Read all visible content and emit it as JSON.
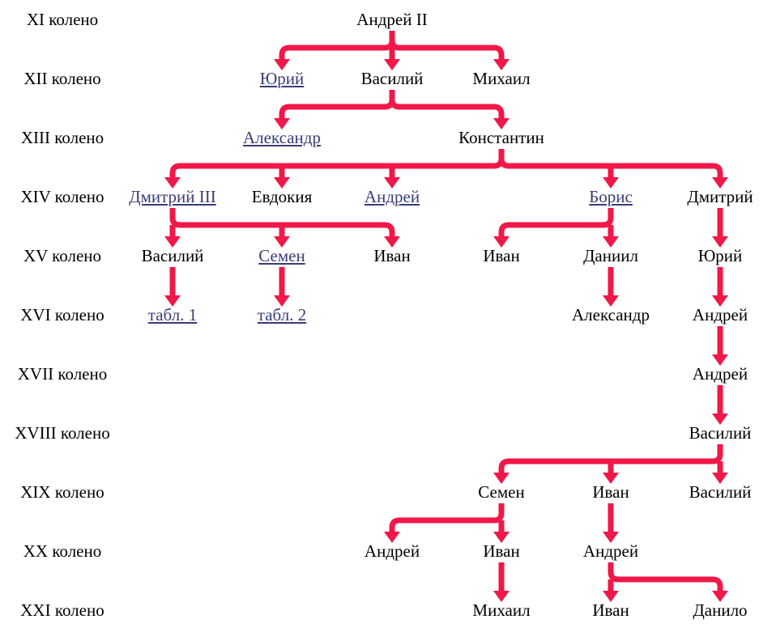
{
  "colors": {
    "connector": "#f01848",
    "link": "#3b3b78",
    "text": "#000000",
    "background": "#ffffff"
  },
  "generations": [
    "XI колено",
    "XII колено",
    "XIII колено",
    "XIV колено",
    "XV колено",
    "XVI колено",
    "XVII колено",
    "XVIII колено",
    "XIX колено",
    "XX колено",
    "XXI колено"
  ],
  "persons": [
    {
      "id": "andrey2",
      "name": "Андрей II",
      "gen": 0,
      "link": false
    },
    {
      "id": "yuriy12",
      "name": "Юрий",
      "gen": 1,
      "link": true
    },
    {
      "id": "vasiliy12",
      "name": "Василий",
      "gen": 1,
      "link": false
    },
    {
      "id": "mikhail12",
      "name": "Михаил",
      "gen": 1,
      "link": false
    },
    {
      "id": "aleksandr13",
      "name": "Александр",
      "gen": 2,
      "link": true
    },
    {
      "id": "konstantin13",
      "name": "Константин",
      "gen": 2,
      "link": false
    },
    {
      "id": "dmitriy3",
      "name": "Дмитрий III",
      "gen": 3,
      "link": true
    },
    {
      "id": "evdokiya14",
      "name": "Евдокия",
      "gen": 3,
      "link": false
    },
    {
      "id": "andrey14",
      "name": "Андрей",
      "gen": 3,
      "link": true
    },
    {
      "id": "boris14",
      "name": "Борис",
      "gen": 3,
      "link": true
    },
    {
      "id": "dmitriy14",
      "name": "Дмитрий",
      "gen": 3,
      "link": false
    },
    {
      "id": "vasiliy15",
      "name": "Василий",
      "gen": 4,
      "link": false
    },
    {
      "id": "semen15",
      "name": "Семен",
      "gen": 4,
      "link": true
    },
    {
      "id": "ivan15a",
      "name": "Иван",
      "gen": 4,
      "link": false
    },
    {
      "id": "ivan15b",
      "name": "Иван",
      "gen": 4,
      "link": false
    },
    {
      "id": "daniil15",
      "name": "Даниил",
      "gen": 4,
      "link": false
    },
    {
      "id": "yuriy15",
      "name": "Юрий",
      "gen": 4,
      "link": false
    },
    {
      "id": "tabl1",
      "name": "табл. 1",
      "gen": 5,
      "link": true
    },
    {
      "id": "tabl2",
      "name": "табл. 2",
      "gen": 5,
      "link": true
    },
    {
      "id": "aleksandr16",
      "name": "Александр",
      "gen": 5,
      "link": false
    },
    {
      "id": "andrey16",
      "name": "Андрей",
      "gen": 5,
      "link": false
    },
    {
      "id": "andrey17",
      "name": "Андрей",
      "gen": 6,
      "link": false
    },
    {
      "id": "vasiliy18",
      "name": "Василий",
      "gen": 7,
      "link": false
    },
    {
      "id": "semen19",
      "name": "Семен",
      "gen": 8,
      "link": false
    },
    {
      "id": "ivan19",
      "name": "Иван",
      "gen": 8,
      "link": false
    },
    {
      "id": "vasiliy19",
      "name": "Василий",
      "gen": 8,
      "link": false
    },
    {
      "id": "andrey20a",
      "name": "Андрей",
      "gen": 9,
      "link": false
    },
    {
      "id": "ivan20",
      "name": "Иван",
      "gen": 9,
      "link": false
    },
    {
      "id": "andrey20b",
      "name": "Андрей",
      "gen": 9,
      "link": false
    },
    {
      "id": "mikhail21",
      "name": "Михаил",
      "gen": 10,
      "link": false
    },
    {
      "id": "ivan21",
      "name": "Иван",
      "gen": 10,
      "link": false
    },
    {
      "id": "danilo21",
      "name": "Данило",
      "gen": 10,
      "link": false
    }
  ],
  "families": [
    {
      "parent": "andrey2",
      "children": [
        "yuriy12",
        "vasiliy12",
        "mikhail12"
      ]
    },
    {
      "parent": "vasiliy12",
      "children": [
        "aleksandr13",
        "konstantin13"
      ]
    },
    {
      "parent": "konstantin13",
      "children": [
        "dmitriy3",
        "evdokiya14",
        "andrey14",
        "boris14",
        "dmitriy14"
      ]
    },
    {
      "parent": "dmitriy3",
      "children": [
        "vasiliy15",
        "semen15",
        "ivan15a"
      ]
    },
    {
      "parent": "boris14",
      "children": [
        "ivan15b",
        "daniil15"
      ]
    },
    {
      "parent": "dmitriy14",
      "children": [
        "yuriy15"
      ]
    },
    {
      "parent": "vasiliy15",
      "children": [
        "tabl1"
      ]
    },
    {
      "parent": "semen15",
      "children": [
        "tabl2"
      ]
    },
    {
      "parent": "daniil15",
      "children": [
        "aleksandr16"
      ]
    },
    {
      "parent": "yuriy15",
      "children": [
        "andrey16"
      ]
    },
    {
      "parent": "andrey16",
      "children": [
        "andrey17"
      ]
    },
    {
      "parent": "andrey17",
      "children": [
        "vasiliy18"
      ]
    },
    {
      "parent": "vasiliy18",
      "children": [
        "semen19",
        "ivan19",
        "vasiliy19"
      ]
    },
    {
      "parent": "semen19",
      "children": [
        "andrey20a",
        "ivan20"
      ]
    },
    {
      "parent": "ivan19",
      "children": [
        "andrey20b"
      ]
    },
    {
      "parent": "ivan20",
      "children": [
        "mikhail21"
      ]
    },
    {
      "parent": "andrey20b",
      "children": [
        "ivan21",
        "danilo21"
      ]
    }
  ]
}
